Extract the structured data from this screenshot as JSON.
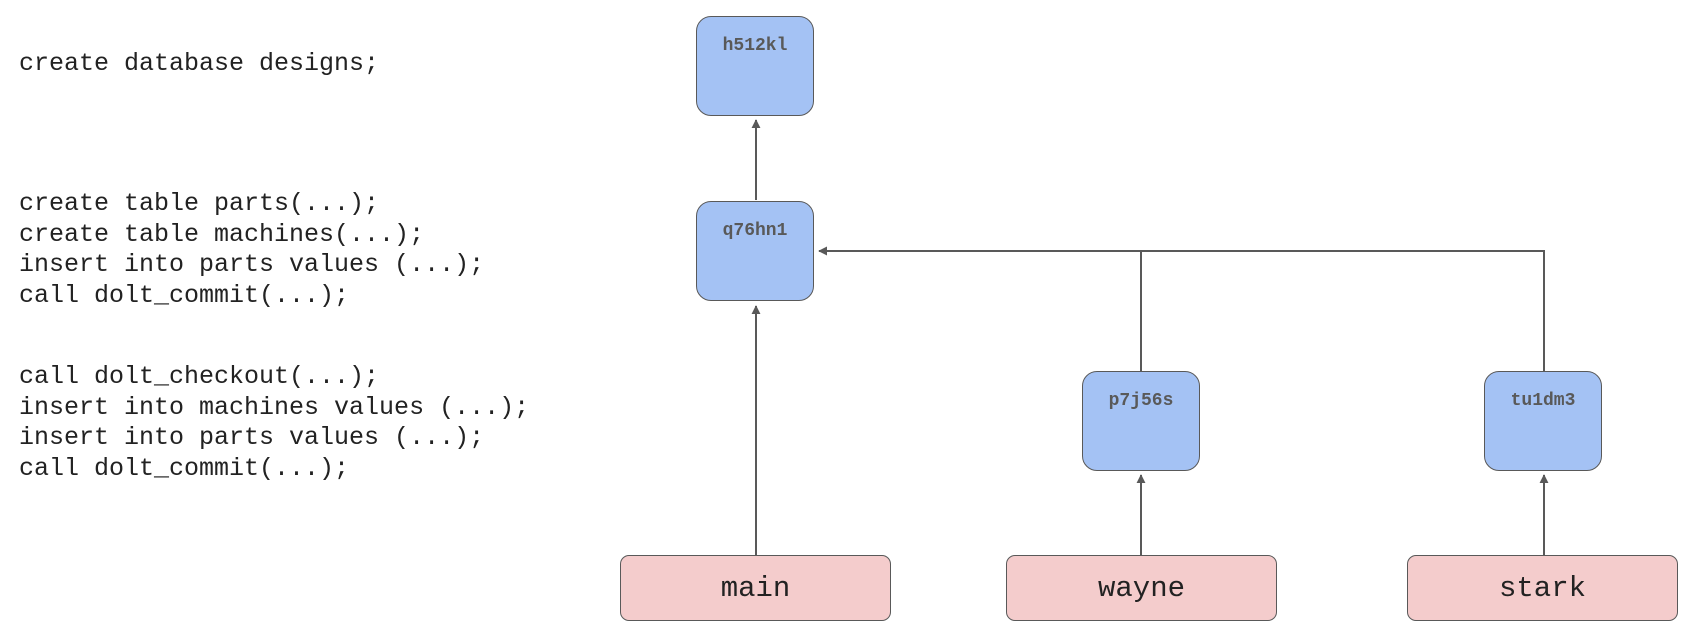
{
  "code": {
    "block1": [
      "create database designs;"
    ],
    "block2": [
      "create table parts(...);",
      "create table machines(...);",
      "insert into parts values (...);",
      "call dolt_commit(...);"
    ],
    "block3": [
      "call dolt_checkout(...);",
      "insert into machines values (...);",
      "insert into parts values (...);",
      "call dolt_commit(...);"
    ]
  },
  "commits": {
    "h512kl": "h512kl",
    "q76hn1": "q76hn1",
    "p7j56s": "p7j56s",
    "tu1dm3": "tu1dm3"
  },
  "branches": {
    "main": "main",
    "wayne": "wayne",
    "stark": "stark"
  },
  "colors": {
    "commit_fill": "#a4c2f4",
    "branch_fill": "#f4cccc",
    "stroke": "#595959"
  }
}
